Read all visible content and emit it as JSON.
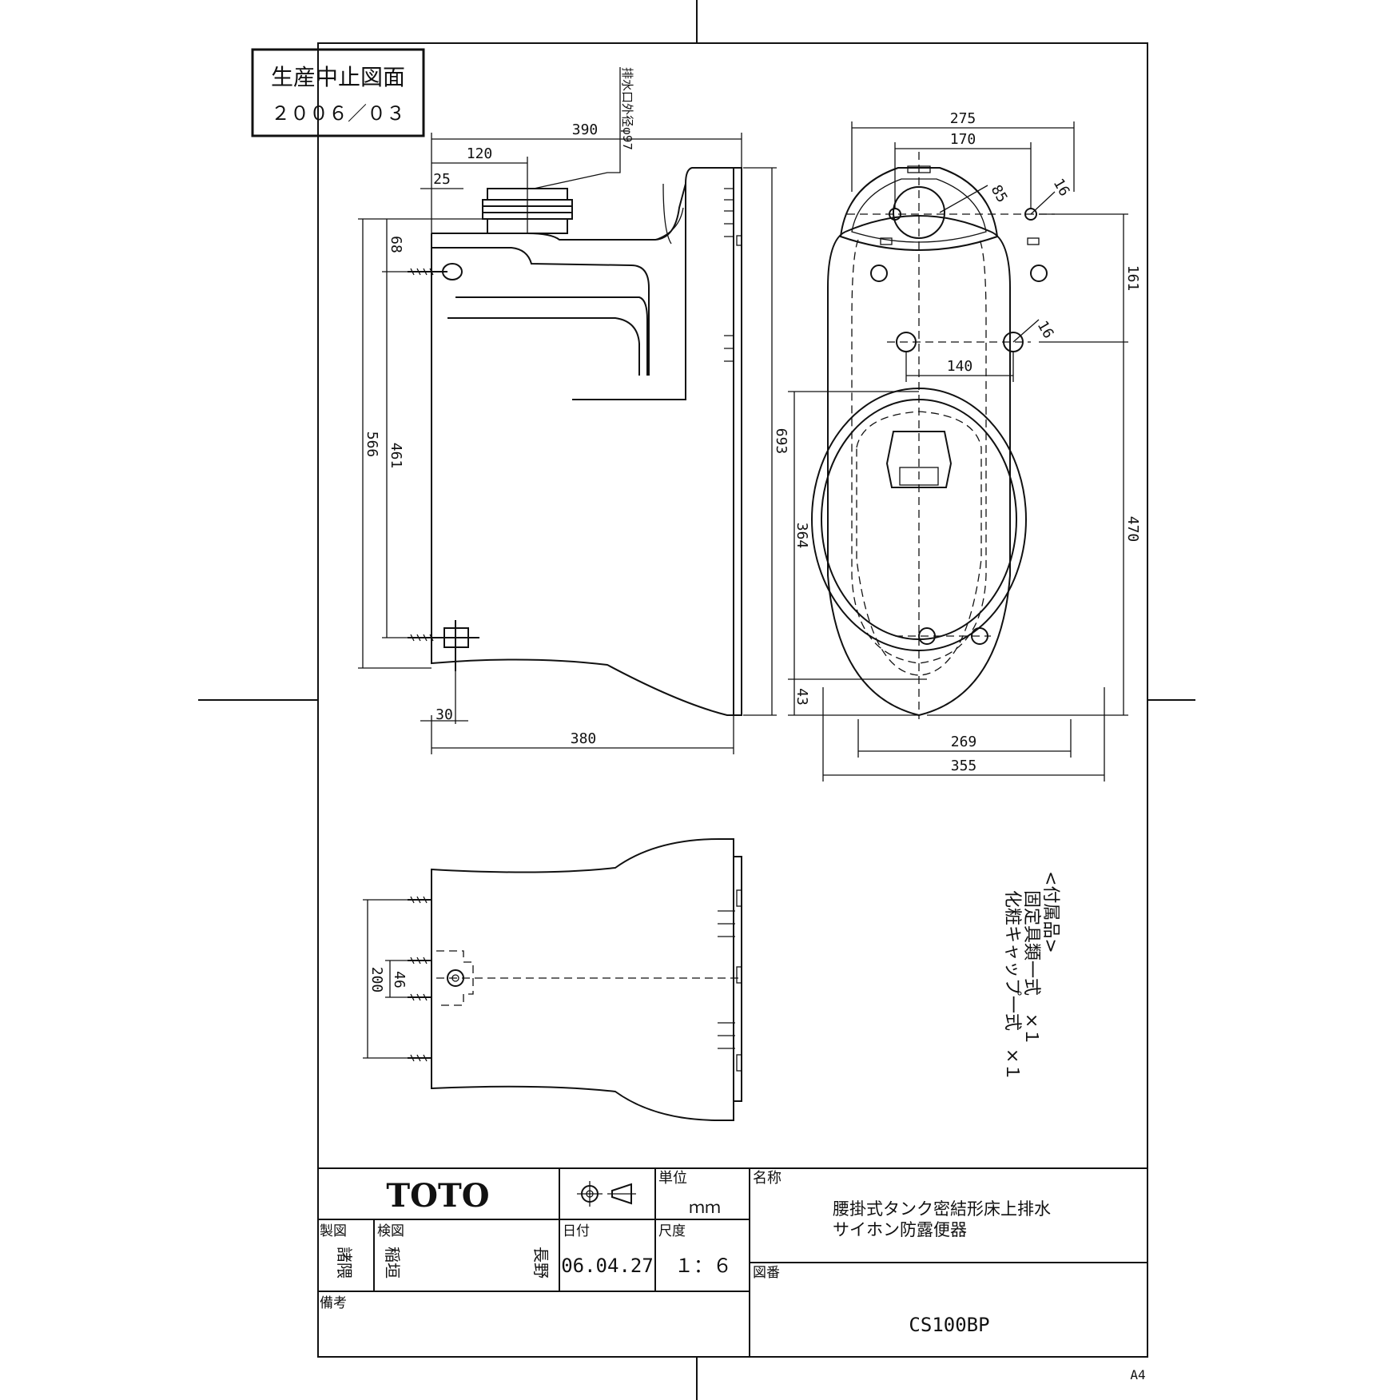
{
  "stamp": {
    "title": "生産中止図面",
    "date": "２００６／０３"
  },
  "dimensions": {
    "side_390": "390",
    "side_120": "120",
    "side_25": "25",
    "side_68": "68",
    "side_566": "566",
    "side_461": "461",
    "side_693": "693",
    "side_30": "30",
    "side_380": "380",
    "outlet_label": "排水口外径φ97",
    "top_275": "275",
    "top_170": "170",
    "top_16a": "16",
    "top_85": "85",
    "top_161": "161",
    "top_16b": "16",
    "top_140": "140",
    "top_470": "470",
    "top_364": "364",
    "top_43": "43",
    "top_269": "269",
    "top_355": "355",
    "bottom_200": "200",
    "bottom_46": "46"
  },
  "accessories": {
    "heading": "<付属品>",
    "item1": "固定具類一式　×１",
    "item2": "化粧キャップ一式　×１"
  },
  "title_block": {
    "logo": "TOTO",
    "unit_label": "単位",
    "unit_value": "ｍｍ",
    "name_label": "名称",
    "name_line1": "腰掛式タンク密結形床上排水",
    "name_line2": "サイホン防露便器",
    "drawn_label": "製図",
    "drawn_by": "諸隈",
    "checked_label": "検図",
    "checked_by_1": "稲垣",
    "checked_by_2": "長野",
    "date_label": "日付",
    "date_value": "06.04.27",
    "scale_label": "尺度",
    "scale_value": "１：６",
    "drawing_no_label": "図番",
    "drawing_no": "CS100BP",
    "remarks_label": "備考"
  },
  "paper_size": "A4"
}
